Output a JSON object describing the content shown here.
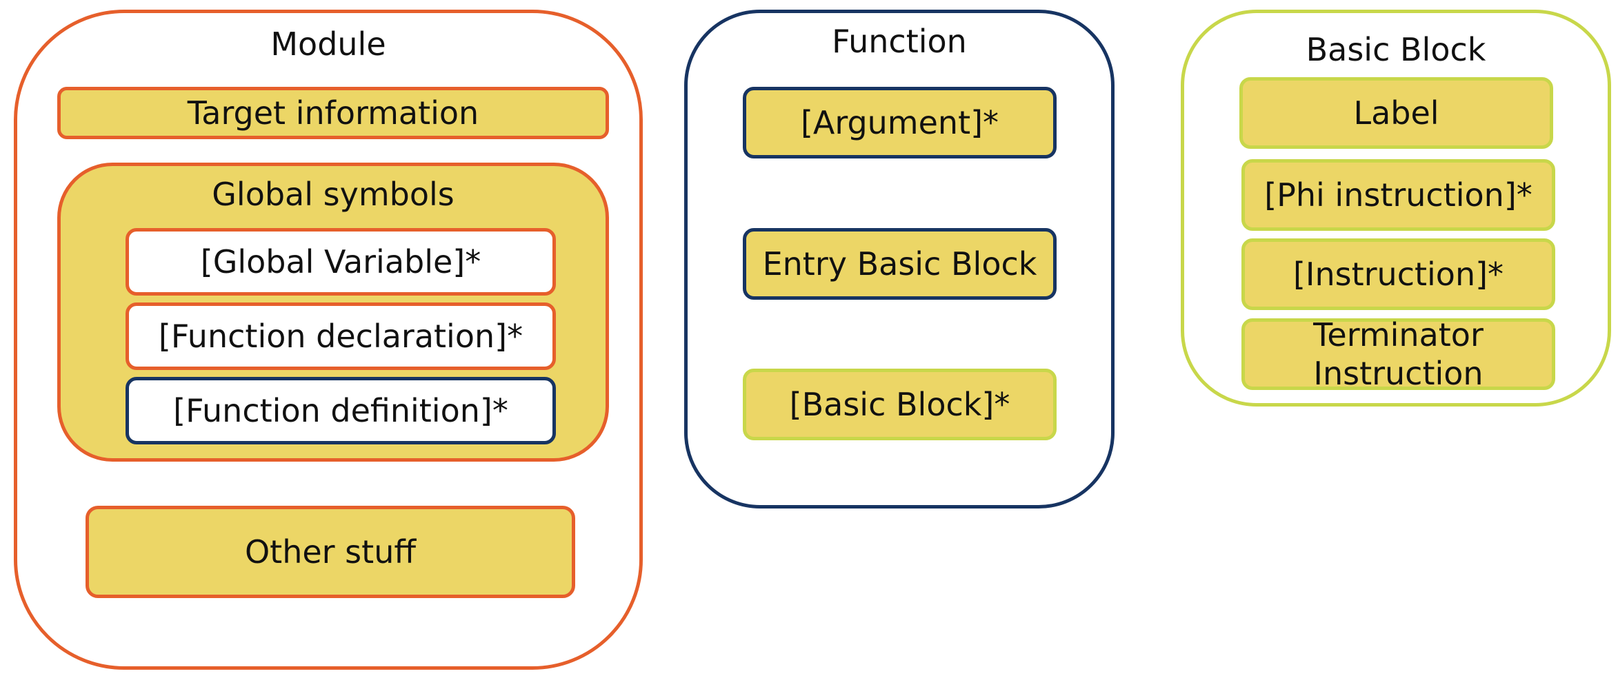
{
  "colors": {
    "orange": "#e65f2b",
    "navy": "#173462",
    "lime": "#c8d74a",
    "yellow_fill": "#ecd666",
    "white": "#ffffff"
  },
  "module": {
    "title": "Module",
    "target_information": "Target information",
    "global_symbols": {
      "title": "Global symbols",
      "global_variable": "[Global Variable]*",
      "function_declaration": "[Function declaration]*",
      "function_definition": "[Function definition]*"
    },
    "other_stuff": "Other stuff"
  },
  "function": {
    "title": "Function",
    "argument": "[Argument]*",
    "entry_basic_block": "Entry Basic Block",
    "basic_block": "[Basic Block]*"
  },
  "basic_block": {
    "title": "Basic Block",
    "label": "Label",
    "phi_instruction": "[Phi instruction]*",
    "instruction": "[Instruction]*",
    "terminator_instruction": "Terminator Instruction"
  }
}
